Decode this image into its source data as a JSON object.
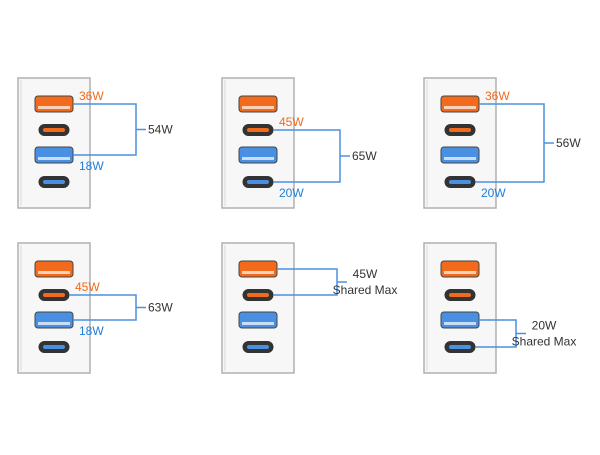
{
  "colors": {
    "orange": "#f26a1b",
    "blue": "#4a90e2",
    "line": "#4a90e2",
    "text_dark": "#333333",
    "text_orange": "#f26a1b",
    "text_blue": "#1e7fd8",
    "panel_border": "#b0b0b0",
    "panel_fill": "#f7f7f7"
  },
  "panels": [
    {
      "ports": [
        "usb-a-orange",
        "usb-c-orange",
        "usb-a-blue",
        "usb-c-blue"
      ],
      "connect": [
        0,
        2
      ],
      "top_label": "36W",
      "bottom_label": "18W",
      "total_label": [
        "54W"
      ]
    },
    {
      "ports": [
        "usb-a-orange",
        "usb-c-orange",
        "usb-a-blue",
        "usb-c-blue"
      ],
      "connect": [
        1,
        3
      ],
      "top_label": "45W",
      "bottom_label": "20W",
      "total_label": [
        "65W"
      ]
    },
    {
      "ports": [
        "usb-a-orange",
        "usb-c-orange",
        "usb-a-blue",
        "usb-c-blue"
      ],
      "connect": [
        0,
        3
      ],
      "top_label": "36W",
      "bottom_label": "20W",
      "total_label": [
        "56W"
      ]
    },
    {
      "ports": [
        "usb-a-orange",
        "usb-c-orange",
        "usb-a-blue",
        "usb-c-blue"
      ],
      "connect": [
        1,
        2
      ],
      "top_label": "45W",
      "bottom_label": "18W",
      "total_label": [
        "63W"
      ]
    },
    {
      "ports": [
        "usb-a-orange",
        "usb-c-orange",
        "usb-a-blue",
        "usb-c-blue"
      ],
      "connect": [
        0,
        1
      ],
      "top_label": "",
      "bottom_label": "",
      "total_label": [
        "45W",
        "Shared Max"
      ]
    },
    {
      "ports": [
        "usb-a-orange",
        "usb-c-orange",
        "usb-a-blue",
        "usb-c-blue"
      ],
      "connect": [
        2,
        3
      ],
      "top_label": "",
      "bottom_label": "",
      "total_label": [
        "20W",
        "Shared Max"
      ]
    }
  ]
}
